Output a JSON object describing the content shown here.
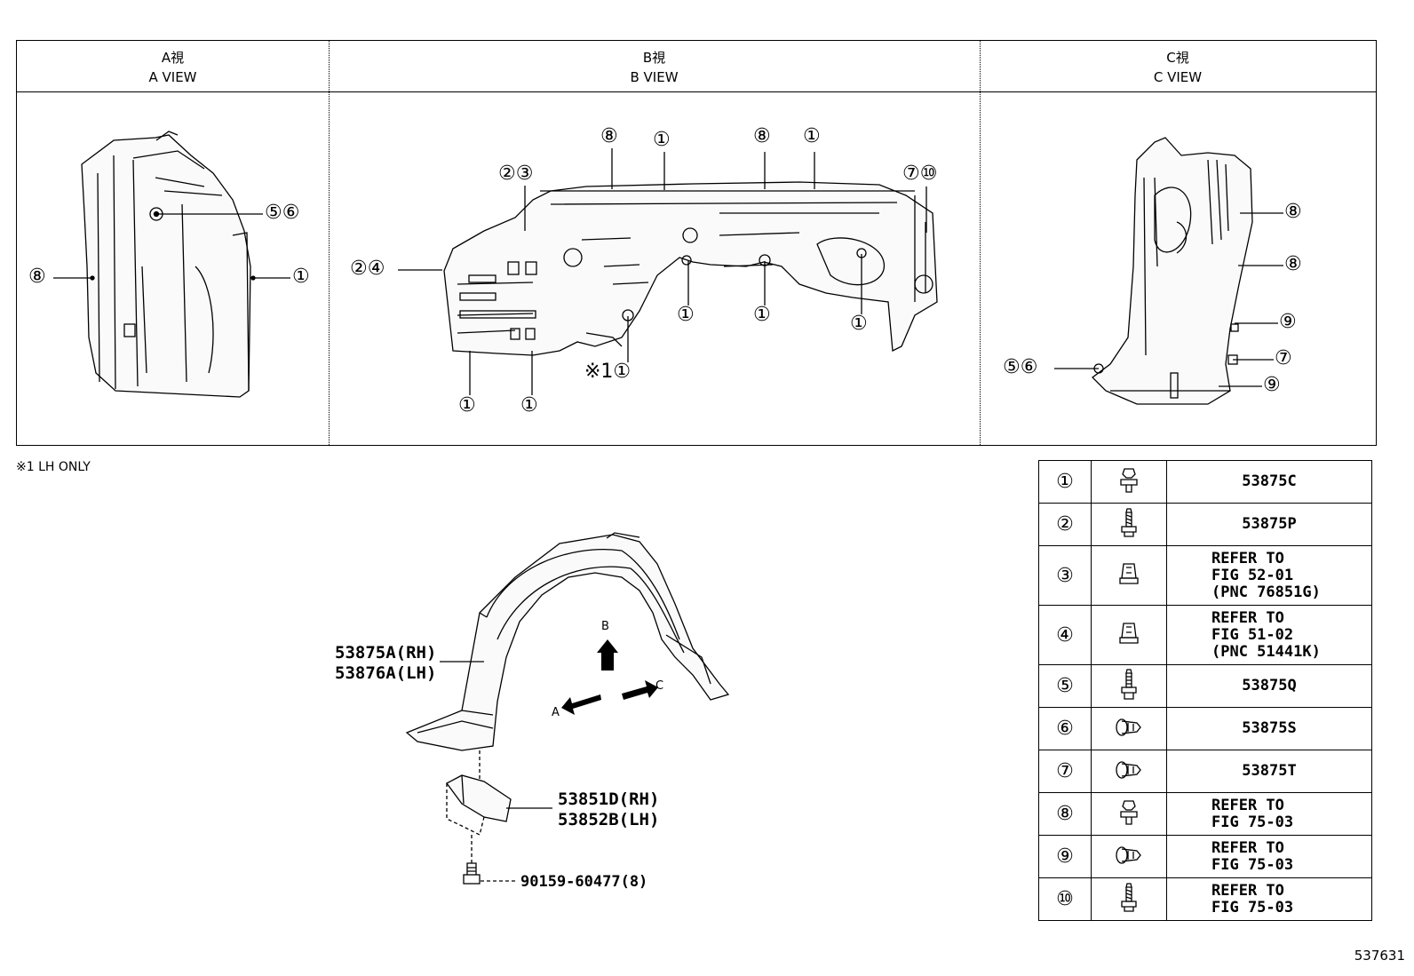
{
  "views": [
    {
      "title_jp": "A視",
      "title_en": "A VIEW"
    },
    {
      "title_jp": "B視",
      "title_en": "B VIEW"
    },
    {
      "title_jp": "C視",
      "title_en": "C VIEW"
    }
  ],
  "callouts": {
    "a_view": [
      "⑤⑥",
      "⑧",
      "①"
    ],
    "b_view": [
      "⑧",
      "①",
      "⑧",
      "①",
      "②③",
      "⑦⑩",
      "②④",
      "①",
      "①",
      "①",
      "※1①",
      "①",
      "①"
    ],
    "c_view": [
      "⑧",
      "⑧",
      "⑨",
      "⑤⑥",
      "⑦",
      "⑨"
    ]
  },
  "note": "※1 LH ONLY",
  "main_parts": {
    "liner_rh": "53875A(RH)",
    "liner_lh": "53876A(LH)",
    "guard_rh": "53851D(RH)",
    "guard_lh": "53852B(LH)",
    "bolt": "90159-60477(8)",
    "arrow_a": "A",
    "arrow_b": "B",
    "arrow_c": "C"
  },
  "legend": [
    {
      "num": "①",
      "icon": "clip-icon",
      "lines": [
        "53875C"
      ]
    },
    {
      "num": "②",
      "icon": "screw-icon",
      "lines": [
        "53875P"
      ]
    },
    {
      "num": "③",
      "icon": "nut-clip-icon",
      "lines": [
        "REFER TO",
        "FIG 52-01",
        "(PNC 76851G)"
      ]
    },
    {
      "num": "④",
      "icon": "nut-clip-icon",
      "lines": [
        "REFER TO",
        "FIG 51-02",
        "(PNC 51441K)"
      ]
    },
    {
      "num": "⑤",
      "icon": "bolt-icon",
      "lines": [
        "53875Q"
      ]
    },
    {
      "num": "⑥",
      "icon": "grommet-icon",
      "lines": [
        "53875S"
      ]
    },
    {
      "num": "⑦",
      "icon": "grommet-icon",
      "lines": [
        "53875T"
      ]
    },
    {
      "num": "⑧",
      "icon": "clip-icon",
      "lines": [
        "REFER TO",
        "FIG 75-03"
      ]
    },
    {
      "num": "⑨",
      "icon": "grommet-icon",
      "lines": [
        "REFER TO",
        "FIG 75-03"
      ]
    },
    {
      "num": "⑩",
      "icon": "screw-icon",
      "lines": [
        "REFER TO",
        "FIG 75-03"
      ]
    }
  ],
  "figure_number": "537631"
}
